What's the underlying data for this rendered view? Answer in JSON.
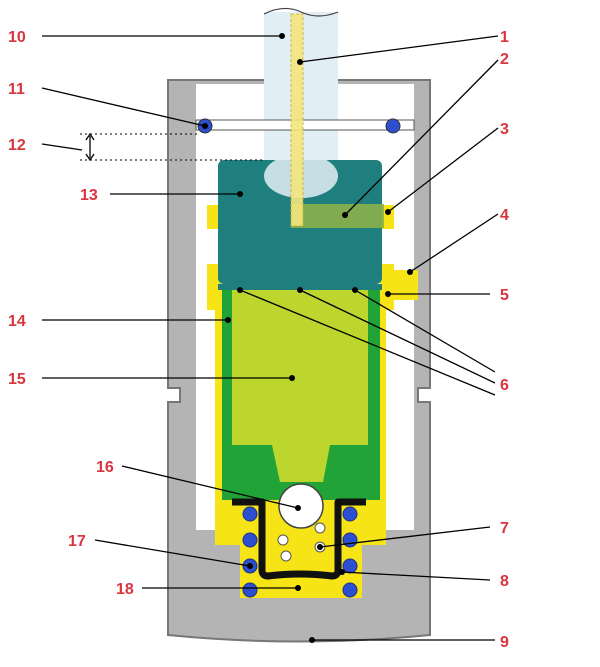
{
  "colors": {
    "housing": "#b4b4b4",
    "housing_outline": "#777777",
    "plunger_dark": "#1f7f7f",
    "plunger_light": "#bdd62e",
    "cylinder": "#22a338",
    "yellow": "#f7e416",
    "ball": "#2b4fcf",
    "valve": "#111111",
    "rod": "#e2eef5",
    "label": "#d9353f"
  },
  "callouts": [
    {
      "id": "1",
      "text": "1"
    },
    {
      "id": "2",
      "text": "2"
    },
    {
      "id": "3",
      "text": "3"
    },
    {
      "id": "4",
      "text": "4"
    },
    {
      "id": "5",
      "text": "5"
    },
    {
      "id": "6",
      "text": "6"
    },
    {
      "id": "7",
      "text": "7"
    },
    {
      "id": "8",
      "text": "8"
    },
    {
      "id": "9",
      "text": "9"
    },
    {
      "id": "10",
      "text": "10"
    },
    {
      "id": "11",
      "text": "11"
    },
    {
      "id": "12",
      "text": "12"
    },
    {
      "id": "13",
      "text": "13"
    },
    {
      "id": "14",
      "text": "14"
    },
    {
      "id": "15",
      "text": "15"
    },
    {
      "id": "16",
      "text": "16"
    },
    {
      "id": "17",
      "text": "17"
    },
    {
      "id": "18",
      "text": "18"
    }
  ]
}
